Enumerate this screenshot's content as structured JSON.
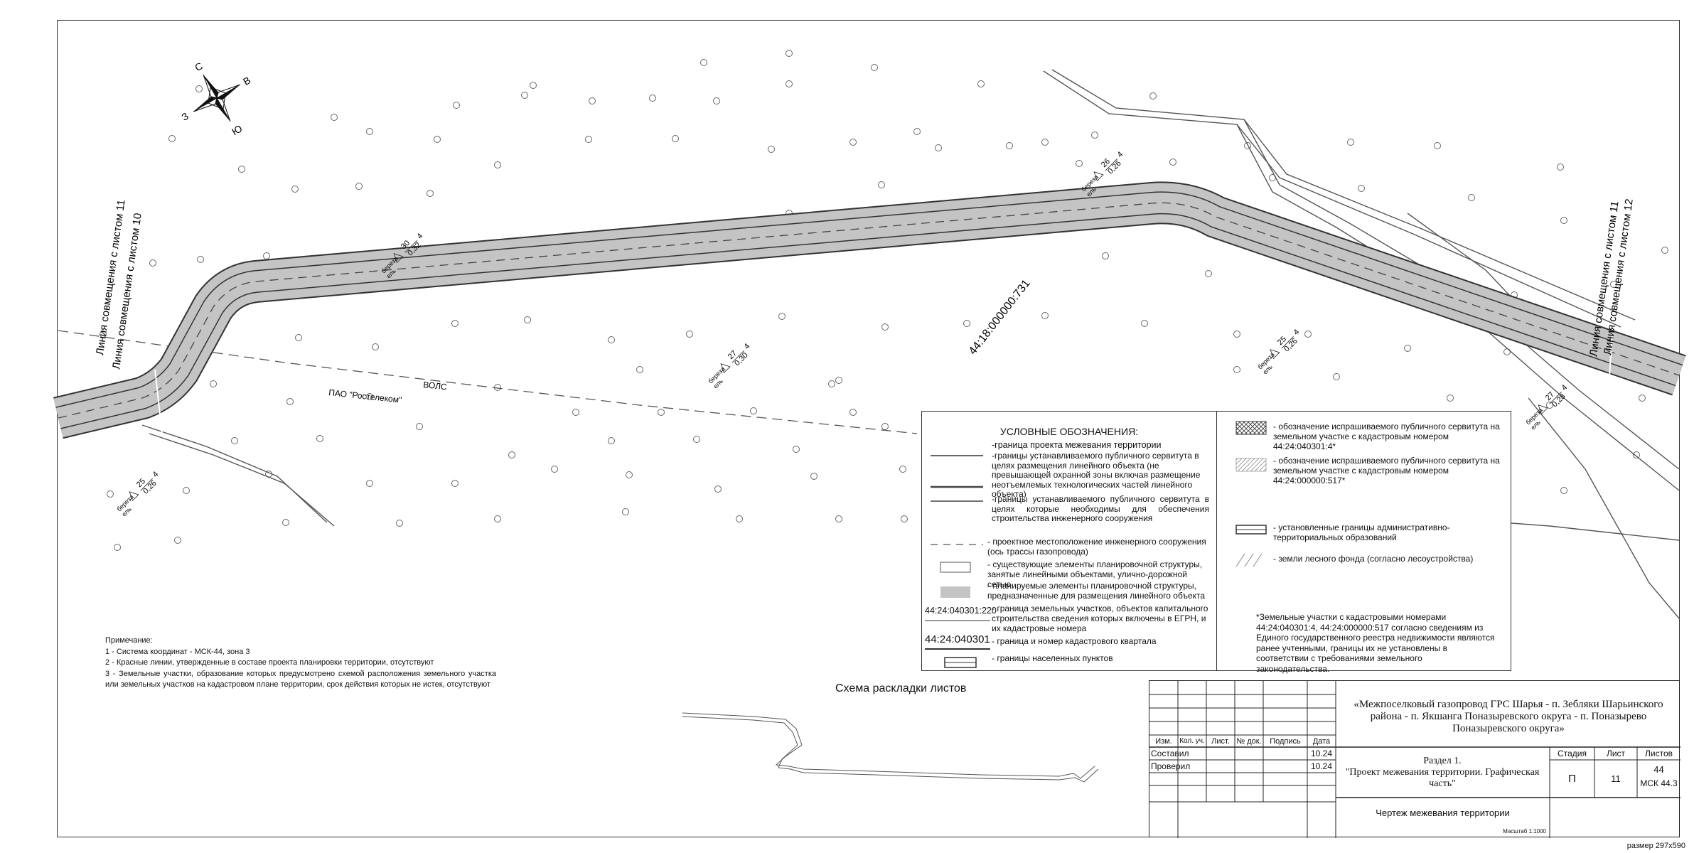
{
  "map": {
    "compass": {
      "n": "С",
      "e": "В",
      "s": "Ю",
      "w": "З"
    },
    "cadastral_number": "44:18:000000:731",
    "cable_label_owner": "ПАО \"Ростелеком\"",
    "cable_label_type": "ВОЛС",
    "match_left_1": "Линия совмещения с листом 10",
    "match_left_2": "Линия совмещения с листом 11",
    "match_right_1": "Линия совмещения с листом 11",
    "match_right_2": "Линия совмещения с листом 12",
    "tree_species_1": "береза",
    "tree_species_2": "ель",
    "forest_labels": [
      {
        "a": "30",
        "b": "0,32",
        "c": "4"
      },
      {
        "a": "26",
        "b": "0,26",
        "c": "4"
      },
      {
        "a": "27",
        "b": "0,30",
        "c": "4"
      },
      {
        "a": "25",
        "b": "0,26",
        "c": "4"
      },
      {
        "a": "25",
        "b": "0,26",
        "c": "4"
      },
      {
        "a": "27",
        "b": "0,28",
        "c": "4"
      }
    ],
    "colors": {
      "corridor": "#c4c4c4",
      "lines": "#333333",
      "trees": "#666666"
    }
  },
  "legend": {
    "title": "УСЛОВНЫЕ ОБОЗНАЧЕНИЯ:",
    "items_left": [
      "-граница проекта межевания территории",
      "-границы устанавливаемого публичного сервитута в целях размещения линейного объекта (не превышающей охранной зоны включая размещение неотъемлемых технологических частей линейного объекта)",
      "-границы устанавливаемого публичного сервитута в целях которые необходимы для обеспечения строительства инженерного сооружения",
      "- проектное местоположение инженерного сооружения (ось трассы газопровода)",
      "- существующие элементы планировочной структуры, занятые линейными объектами, улично-дорожной сетью",
      "- планируемые элементы планировочной структуры, предназначенные для размещения линейного объекта",
      "- граница земельных участков, объектов капитального строительства  сведения которых включены в ЕГРН, и их кадастровые номера",
      "- граница и номер кадастрового квартала",
      "- границы населенных пунктов"
    ],
    "sample_parcel": "44:24:040301:220",
    "sample_quarter": "44:24:040301",
    "items_right": [
      "- обозначение испрашиваемого публичного сервитута на земельном участке с кадастровым номером 44:24:040301:4*",
      "- обозначение испрашиваемого публичного сервитута на земельном участке с кадастровым номером 44:24:000000:517*",
      "- установленные границы административно-территориальных образований",
      "- земли лесного фонда (согласно лесоустройства)"
    ],
    "footnote": "*Земельные участки с кадастровыми номерами 44:24:040301:4, 44:24:000000:517 согласно сведениям из Единого государственного реестра недвижимости являются ранее учтенными, границы их не установлены в соответствии с требованиями земельного законодательства."
  },
  "notes": {
    "heading": "Примечание:",
    "items": [
      "1 - Система координат - МСК-44, зона 3",
      "2 - Красные линии, утвержденные в составе проекта планировки территории, отсутствуют",
      "3 - Земельные участки, образование которых предусмотрено схемой расположения земельного участка или земельных участков на кадастровом плане территории, срок действия которых не истек, отсутствуют"
    ]
  },
  "scheme": {
    "title": "Схема раскладки листов"
  },
  "title_block": {
    "col_headers": [
      "Изм.",
      "Кол. уч.",
      "Лист.",
      "№ док.",
      "Подпись",
      "Дата"
    ],
    "composed_label": "Составил",
    "composed_date": "10.24",
    "checked_label": "Проверил",
    "checked_date": "10.24",
    "project_title": "«Межпоселковый газопровод ГРС Шарья - п. Зебляки Шарьинского района - п. Якшанга Поназыревского округа - п. Поназырево Поназыревского округа»",
    "section_title": "Раздел 1.\n\"Проект межевания территории. Графическая часть\"",
    "stage_header": "Стадия",
    "sheet_header": "Лист",
    "sheets_header": "Листов",
    "stage_value": "П",
    "sheet_value": "11",
    "sheets_value": "44",
    "org_code": "МСК 44.3",
    "drawing_name": "Чертеж межевания территории",
    "scale": "Масштаб 1:1000"
  },
  "paper_size": "размер 297х590"
}
